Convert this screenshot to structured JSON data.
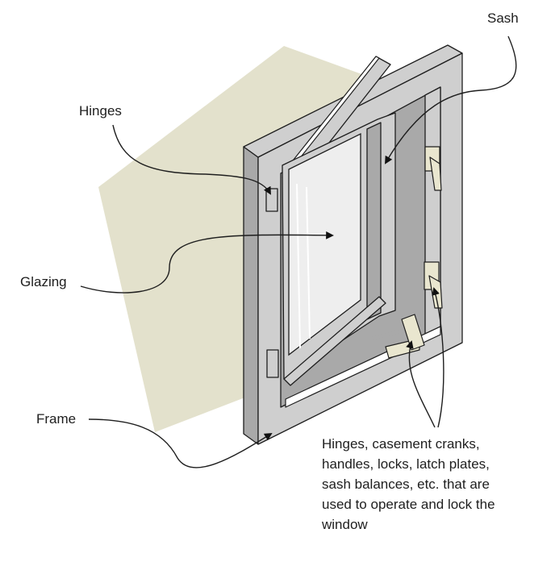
{
  "colors": {
    "backdrop": "#e3e1cc",
    "frame_front": "#cfcfcf",
    "frame_side": "#a9a9a9",
    "glass": "#eeeeee",
    "hardware": "#e9e6cf",
    "ink": "#1e1e1e"
  },
  "labels": {
    "sash": "Sash",
    "hinges": "Hinges",
    "glazing": "Glazing",
    "frame": "Frame",
    "hardware_lines": [
      "Hinges, casement cranks,",
      "handles, locks, latch plates,",
      "sash balances, etc. that are",
      "used to operate and lock the",
      "window"
    ]
  }
}
